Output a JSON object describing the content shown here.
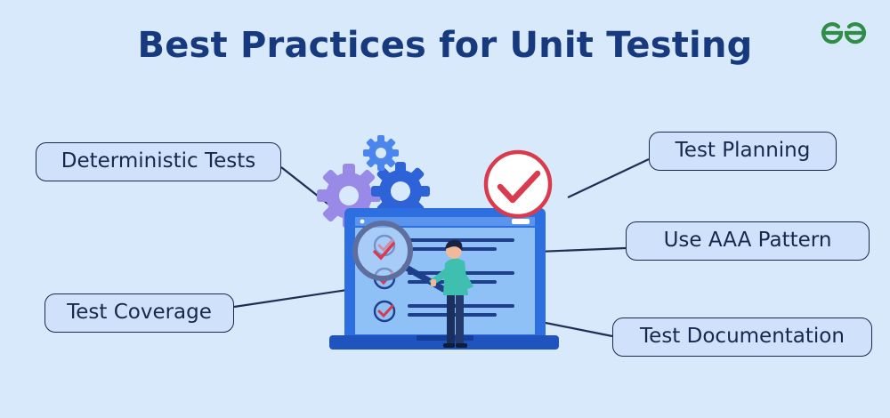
{
  "header": {
    "title": "Best Practices for Unit Testing",
    "logo_icon": "geeksforgeeks-logo-icon",
    "logo_color": "#2f8d46"
  },
  "practices": {
    "deterministic": "Deterministic Tests",
    "coverage": "Test Coverage",
    "planning": "Test Planning",
    "aaa": "Use AAA Pattern",
    "documentation": "Test Documentation"
  },
  "colors": {
    "background": "#d8e9fb",
    "title": "#163a7d",
    "pill_fill": "#cfe1fb",
    "pill_border": "#1a2a4a",
    "monitor_blue": "#2d6fe0",
    "check_red": "#d93a4e",
    "gear_purple": "#9a8ae8",
    "gear_blue": "#3a72e6"
  },
  "icons": [
    "gear-icon",
    "check-circle-icon",
    "magnifier-icon",
    "monitor-icon",
    "person-figure"
  ]
}
